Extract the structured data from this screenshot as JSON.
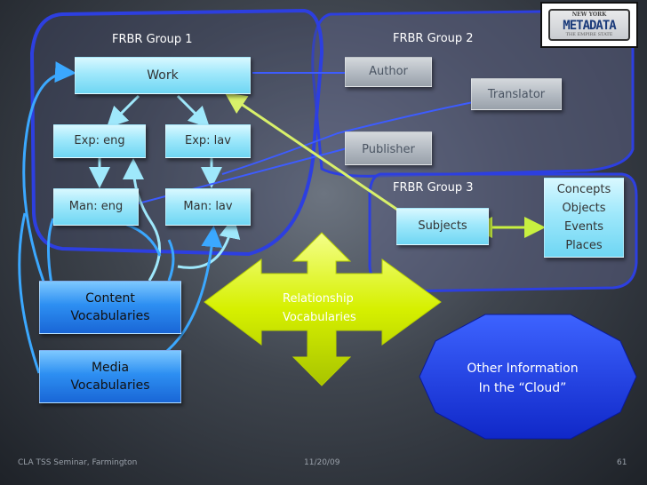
{
  "group1": {
    "title": "FRBR Group 1",
    "work": "Work",
    "exp_eng": "Exp: eng",
    "exp_lav": "Exp: lav",
    "man_eng": "Man: eng",
    "man_lav": "Man: lav"
  },
  "group2": {
    "title": "FRBR Group 2",
    "author": "Author",
    "translator": "Translator",
    "publisher": "Publisher"
  },
  "group3": {
    "title": "FRBR Group 3",
    "subjects": "Subjects",
    "concepts": [
      "Concepts",
      "Objects",
      "Events",
      "Places"
    ]
  },
  "content_vocab": [
    "Content",
    "Vocabularies"
  ],
  "media_vocab": [
    "Media",
    "Vocabularies"
  ],
  "relationship_vocab": [
    "Relationship",
    "Vocabularies"
  ],
  "other_info": [
    "Other Information",
    "In the “Cloud”"
  ],
  "plate": {
    "state": "NEW YORK",
    "text": "METADATA",
    "motto": "THE EMPIRE STATE"
  },
  "footer": {
    "left": "CLA TSS Seminar, Farmington",
    "center": "11/20/09",
    "right": "61"
  },
  "colors": {
    "outline": "#2d3fe0",
    "cyan_box": "#9fe8fb",
    "vocab_blue": "#2d8ff2",
    "relationship_yellow": "#d6f000",
    "cloud_blue": "#1c3cd8"
  }
}
